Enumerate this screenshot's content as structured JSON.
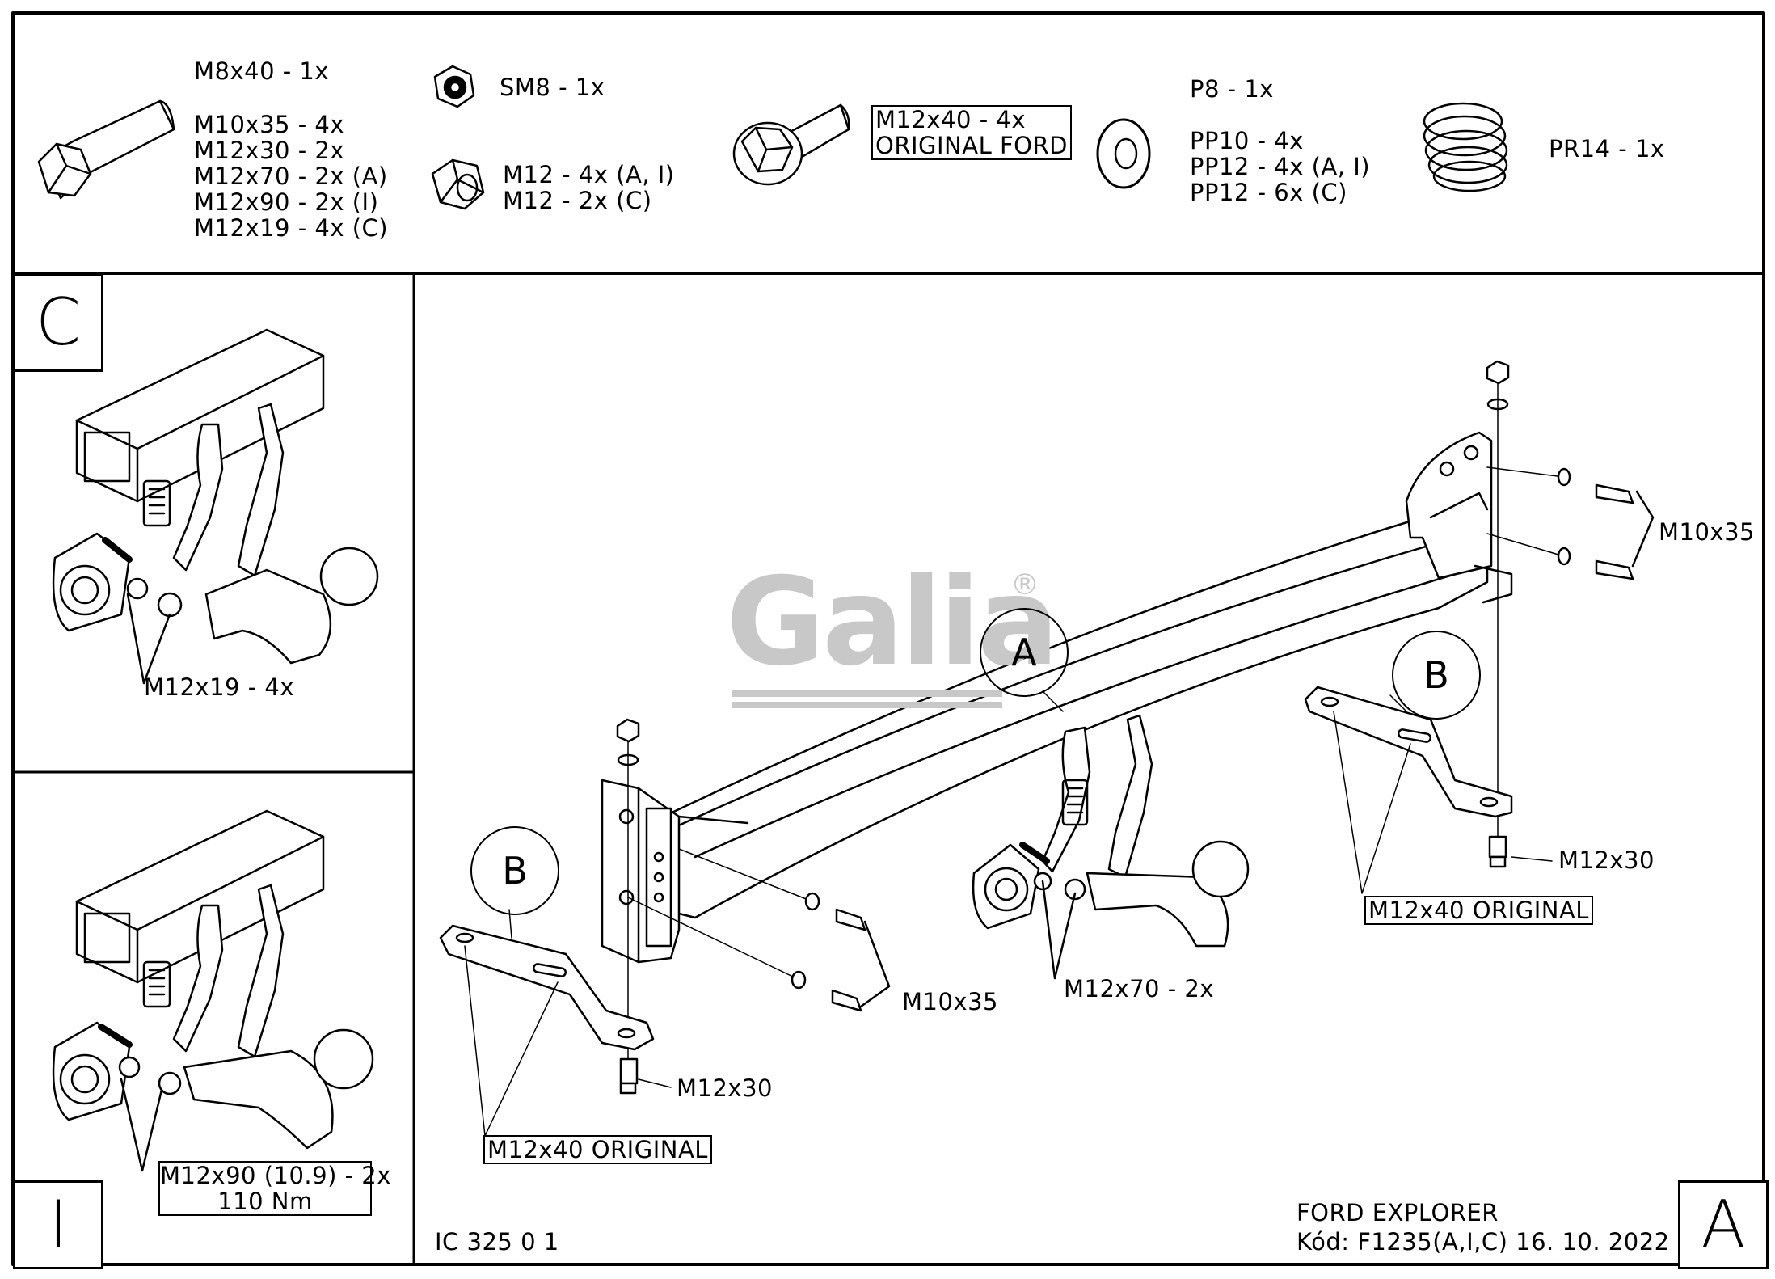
{
  "hardware": {
    "bolt_small": [
      "M8x40 - 1x",
      "M10x35 - 4x",
      "M12x30 - 2x",
      "M12x70 - 2x (A)",
      "M12x90 - 2x (I)",
      "M12x19 - 4x (C)"
    ],
    "nut_sm8": "SM8 - 1x",
    "nut_m12": [
      "M12 - 4x (A, I)",
      "M12 - 2x (C)"
    ],
    "bolt_original": [
      "M12x40 - 4x",
      "ORIGINAL FORD"
    ],
    "washers": [
      "P8 - 1x",
      "PP10 - 4x",
      "PP12 - 4x (A, I)",
      "PP12 - 6x (C)"
    ],
    "spring": "PR14 - 1x"
  },
  "panels": {
    "c": {
      "letter": "C",
      "label": "M12x19 - 4x"
    },
    "i": {
      "letter": "I",
      "label": [
        "M12x90 (10.9) - 2x",
        "110 Nm"
      ]
    },
    "a": {
      "letter": "A"
    }
  },
  "main": {
    "callouts": {
      "a": "A",
      "b1": "B",
      "b2": "B"
    },
    "labels": {
      "m10x35_right": "M10x35",
      "m12x40_right": "M12x40 ORIGINAL",
      "m12x30_right": "M12x30",
      "m12x70": "M12x70 - 2x",
      "m10x35_left": "M10x35",
      "m12x30_left": "M12x30",
      "m12x40_left": "M12x40 ORIGINAL"
    }
  },
  "watermark": {
    "text": "Galia",
    "mark": "®"
  },
  "footer": {
    "drawing_no": "IC 325 0 1",
    "vehicle": "FORD EXPLORER",
    "code": "Kód: F1235(A,I,C)  16. 10. 2022"
  }
}
